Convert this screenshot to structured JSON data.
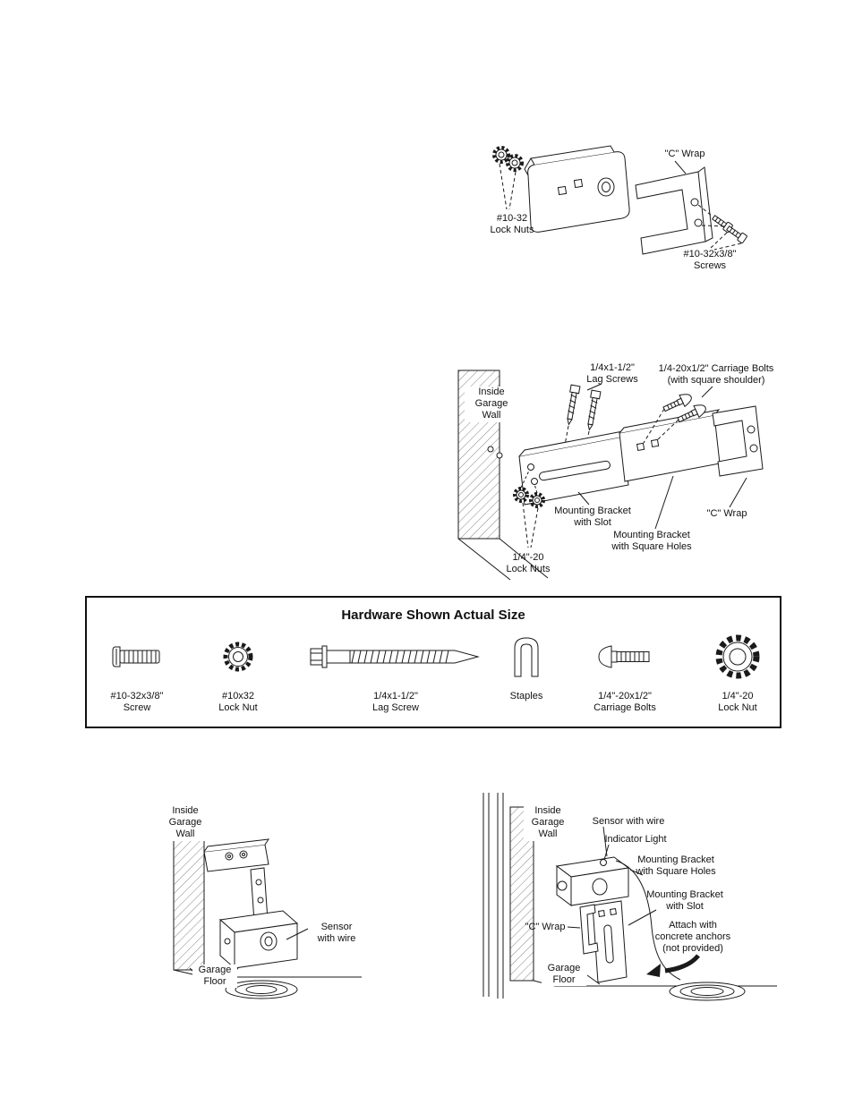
{
  "bracket_assembly_diagram": {
    "lock_nuts_label": "#10-32\nLock Nuts",
    "c_wrap_label": "\"C\" Wrap",
    "screws_label": "#10-32x3/8\"\nScrews"
  },
  "wall_mount_diagram": {
    "lag_screws_label": "1/4x1-1/2\"\nLag Screws",
    "carriage_bolts_label": "1/4-20x1/2\" Carriage Bolts\n(with square shoulder)",
    "wall_label": "Inside\nGarage\nWall",
    "bracket_slot_label": "Mounting Bracket\nwith Slot",
    "c_wrap_label": "\"C\" Wrap",
    "bracket_square_label": "Mounting Bracket\nwith Square Holes",
    "lock_nuts_label": "1/4\"-20\nLock Nuts"
  },
  "hardware_box": {
    "title": "Hardware Shown Actual Size",
    "items": [
      {
        "name": "machine-screw",
        "label": "#10-32x3/8\"\nScrew"
      },
      {
        "name": "small-lock-nut",
        "label": "#10x32\nLock Nut"
      },
      {
        "name": "lag-screw",
        "label": "1/4x1-1/2\"\nLag Screw"
      },
      {
        "name": "staples",
        "label": "Staples"
      },
      {
        "name": "carriage-bolt",
        "label": "1/4\"-20x1/2\"\nCarriage Bolts"
      },
      {
        "name": "large-lock-nut",
        "label": "1/4\"-20\nLock Nut"
      }
    ]
  },
  "floor_sensor_diagram": {
    "wall_label": "Inside\nGarage\nWall",
    "sensor_label": "Sensor\nwith wire",
    "floor_label": "Garage\nFloor"
  },
  "concrete_sensor_diagram": {
    "wall_label": "Inside\nGarage\nWall",
    "sensor_label": "Sensor with wire",
    "indicator_label": "Indicator Light",
    "bracket_square_label": "Mounting Bracket\nwith Square Holes",
    "bracket_slot_label": "Mounting Bracket\nwith Slot",
    "c_wrap_label": "\"C\" Wrap",
    "anchors_label": "Attach with\nconcrete anchors\n(not provided)",
    "floor_label": "Garage\nFloor"
  }
}
